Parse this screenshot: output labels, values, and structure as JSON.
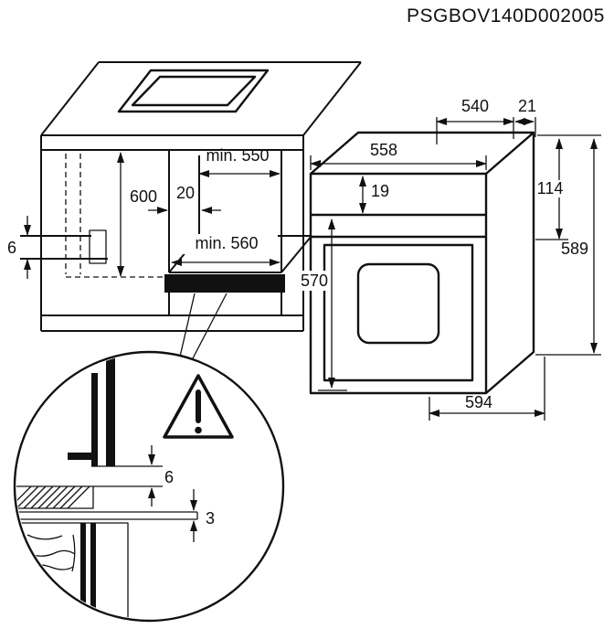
{
  "title": "PSGBOV140D002005",
  "colors": {
    "line": "#111111",
    "background": "#ffffff"
  },
  "cabinet_view": {
    "dims": {
      "niche_depth": "min. 550",
      "side_clearance": "20",
      "niche_height": "600",
      "rear_gap": "6",
      "niche_width": "min. 560"
    }
  },
  "oven_view": {
    "dims": {
      "depth_top": "540",
      "rear_clearance": "21",
      "width_top": "558",
      "top_inset": "19",
      "control_panel_height": "114",
      "total_height": "589",
      "door_height": "570",
      "total_depth": "594"
    }
  },
  "detail_view": {
    "warning_icon": "exclamation-triangle",
    "dims": {
      "panel_gap": "6",
      "trim_gap": "3"
    }
  }
}
